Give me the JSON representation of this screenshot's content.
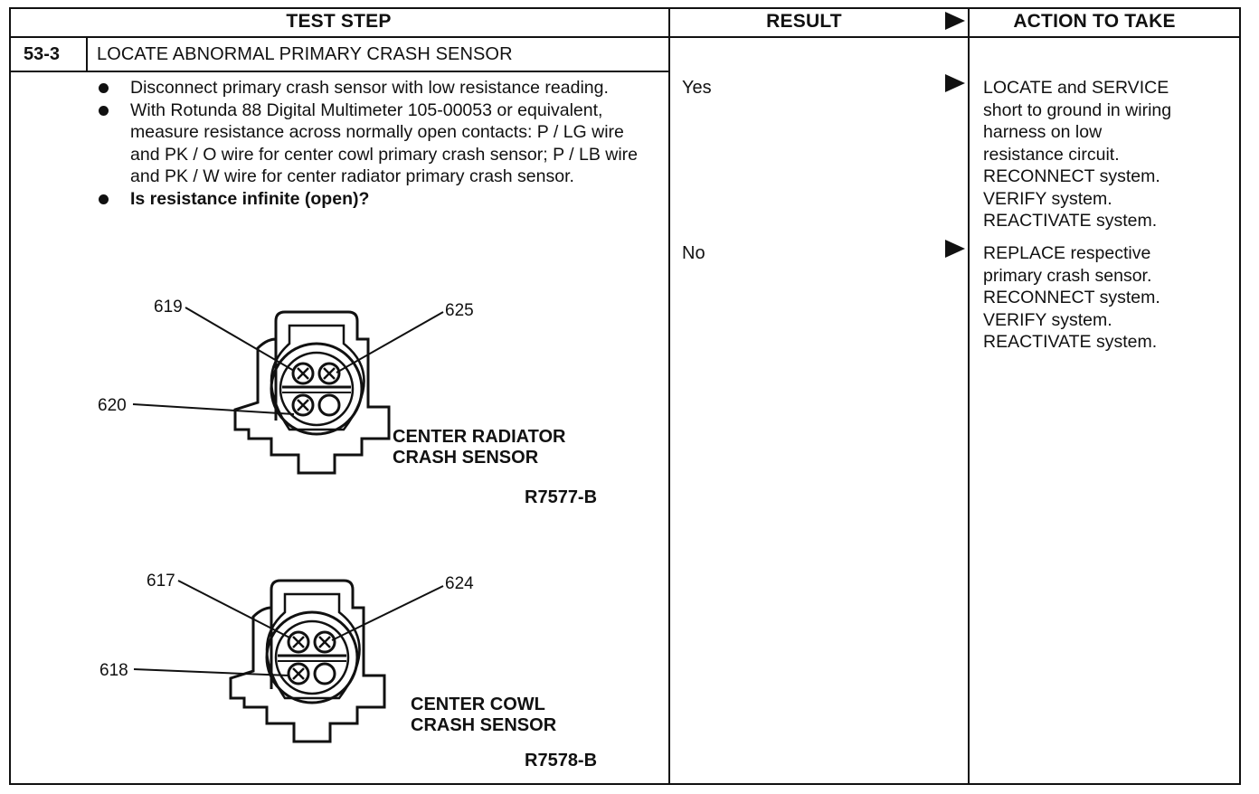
{
  "header": {
    "test_step": "TEST STEP",
    "result": "RESULT",
    "action": "ACTION TO TAKE"
  },
  "step": {
    "number": "53-3",
    "title": "LOCATE ABNORMAL PRIMARY CRASH SENSOR",
    "bullets": [
      "Disconnect primary crash sensor with low resistance reading.",
      "With Rotunda 88 Digital Multimeter 105-00053 or equivalent, measure resistance across normally open contacts: P / LG wire and PK / O wire for center cowl primary crash sensor; P / LB wire and PK / W wire for center radiator primary crash sensor.",
      "Is resistance infinite (open)?"
    ]
  },
  "results": [
    {
      "label": "Yes",
      "action": [
        "LOCATE and SERVICE",
        "short to ground in wiring",
        "harness on low",
        "resistance circuit.",
        "RECONNECT system.",
        "VERIFY system.",
        "REACTIVATE system."
      ]
    },
    {
      "label": "No",
      "action": [
        "REPLACE respective",
        "primary crash sensor.",
        "RECONNECT system.",
        "VERIFY system.",
        "REACTIVATE system."
      ]
    }
  ],
  "diagrams": [
    {
      "pins": [
        "619",
        "625",
        "620"
      ],
      "caption_line1": "CENTER RADIATOR",
      "caption_line2": "CRASH SENSOR",
      "ref": "R7577-B"
    },
    {
      "pins": [
        "617",
        "624",
        "618"
      ],
      "caption_line1": "CENTER COWL",
      "caption_line2": "CRASH SENSOR",
      "ref": "R7578-B"
    }
  ]
}
